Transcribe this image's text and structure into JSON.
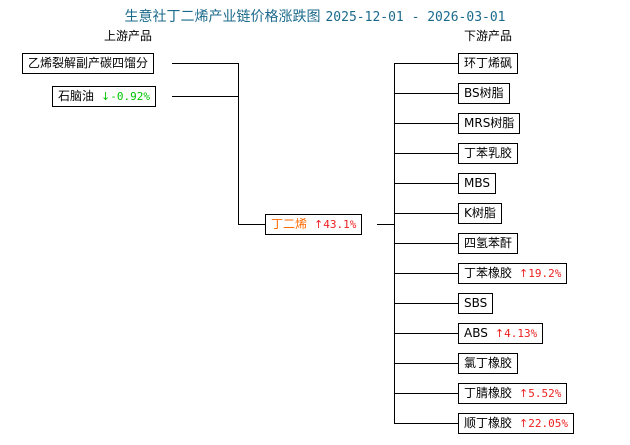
{
  "title": {
    "main": "生意社丁二烯产业链价格涨跌图",
    "date_range": "2025-12-01 - 2026-03-01",
    "color": "#1b6a8c"
  },
  "headings": {
    "upstream": "上游产品",
    "downstream": "下游产品"
  },
  "colors": {
    "up": "#ee2020",
    "down": "#00c400",
    "center_name": "#ff6a00",
    "line": "#000000"
  },
  "icons": {
    "up_arrow": "↑",
    "down_arrow": "↓"
  },
  "upstream": [
    {
      "name": "乙烯裂解副产碳四馏分",
      "change": "",
      "arrow": "",
      "dir": ""
    },
    {
      "name": "石脑油",
      "change": "-0.92%",
      "arrow": "↓",
      "dir": "down"
    }
  ],
  "center": {
    "name": "丁二烯",
    "change": "43.1%",
    "arrow": "↑",
    "dir": "up"
  },
  "downstream": [
    {
      "name": "环丁烯砜",
      "change": "",
      "arrow": "",
      "dir": ""
    },
    {
      "name": "BS树脂",
      "change": "",
      "arrow": "",
      "dir": ""
    },
    {
      "name": "MRS树脂",
      "change": "",
      "arrow": "",
      "dir": ""
    },
    {
      "name": "丁苯乳胶",
      "change": "",
      "arrow": "",
      "dir": ""
    },
    {
      "name": "MBS",
      "change": "",
      "arrow": "",
      "dir": ""
    },
    {
      "name": "K树脂",
      "change": "",
      "arrow": "",
      "dir": ""
    },
    {
      "name": "四氢苯酐",
      "change": "",
      "arrow": "",
      "dir": ""
    },
    {
      "name": "丁苯橡胶",
      "change": "19.2%",
      "arrow": "↑",
      "dir": "up"
    },
    {
      "name": "SBS",
      "change": "",
      "arrow": "",
      "dir": ""
    },
    {
      "name": "ABS",
      "change": "4.13%",
      "arrow": "↑",
      "dir": "up"
    },
    {
      "name": "氯丁橡胶",
      "change": "",
      "arrow": "",
      "dir": ""
    },
    {
      "name": "丁腈橡胶",
      "change": "5.52%",
      "arrow": "↑",
      "dir": "up"
    },
    {
      "name": "顺丁橡胶",
      "change": "22.05%",
      "arrow": "↑",
      "dir": "up"
    }
  ]
}
